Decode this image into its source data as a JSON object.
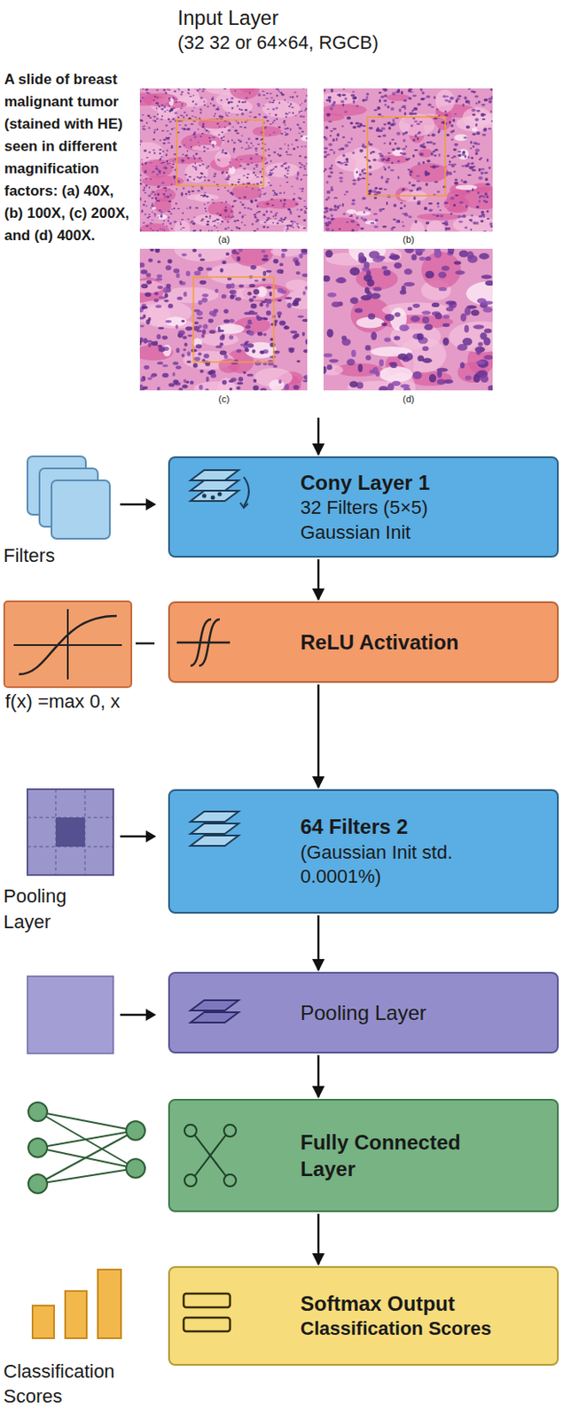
{
  "diagram": {
    "nodes": [
      {
        "text": [
          "Input Layer",
          "(32 32 or 64×64, RGCB)"
        ]
      },
      {
        "text": [
          "Cony Layer 1",
          "32 Filters (5×5)",
          "Gaussian Init"
        ]
      },
      {
        "text": [
          "ReLU Activation"
        ]
      },
      {
        "text": [
          "64 Filters 2",
          "(Gaussian Init std. 0.0001%)"
        ]
      },
      {
        "text": [
          "Pooling Layer"
        ]
      },
      {
        "text": [
          "Fully Connected Layer"
        ]
      },
      {
        "text": [
          "Softmax Output",
          "Classification Scores"
        ]
      }
    ],
    "edges": [
      {
        "from": 0,
        "to": 1,
        "arrow": "to"
      },
      {
        "from": 1,
        "to": 2,
        "arrow": "to"
      },
      {
        "from": 2,
        "to": 3,
        "arrow": "to"
      },
      {
        "from": 3,
        "to": 4,
        "arrow": "to"
      },
      {
        "from": 4,
        "to": 5,
        "arrow": "to"
      },
      {
        "from": 5,
        "to": 6,
        "arrow": "to"
      }
    ],
    "labels": [
      "A slide of breast malignant tumor (stained with HE) seen in different magnification factors: (a) 40X, (b) 100X, (c) 200X, and (d) 400X.",
      "(a)",
      "(b)",
      "(c)",
      "(d)",
      "Filters",
      "f(x) =max 0, x",
      "Pooling Layer",
      "Classification Scores"
    ]
  }
}
